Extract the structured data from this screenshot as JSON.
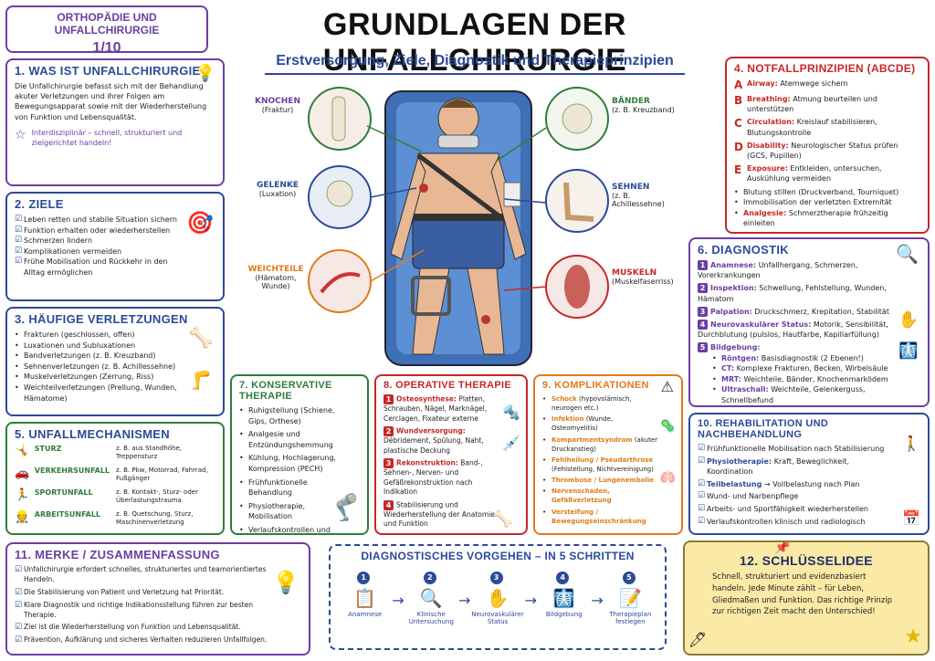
{
  "header": {
    "badge_title": "ORTHOPÄDIE UND UNFALLCHIRURGIE",
    "badge_page": "1/10",
    "title": "GRUNDLAGEN DER UNFALLCHIRURGIE",
    "subtitle": "Erstversorgung, Ziele, Diagnostik und Therapieprinzipien"
  },
  "colors": {
    "purple": "#6b3fa0",
    "blue": "#2c4a9a",
    "green": "#2f7d3a",
    "red": "#c62828",
    "orange": "#e07b1a",
    "yellow": "#fbe9a6"
  },
  "s1": {
    "title": "1. WAS IST UNFALLCHIRURGIE?",
    "text": "Die Unfallchirurgie befasst sich mit der Behandlung akuter Verletzungen und ihrer Folgen am Bewegungsapparat sowie mit der Wiederherstellung von Funktion und Lebensqualität.",
    "star": "Interdisziplinär – schnell, strukturiert und zielgerichtet handeln!"
  },
  "s2": {
    "title": "2. ZIELE",
    "items": [
      "Leben retten und stabile Situation sichern",
      "Funktion erhalten oder wiederherstellen",
      "Schmerzen lindern",
      "Komplikationen vermeiden",
      "Frühe Mobilisation und Rückkehr in den Alltag ermöglichen"
    ]
  },
  "s3": {
    "title": "3. HÄUFIGE VERLETZUNGEN",
    "items": [
      "Frakturen (geschlossen, offen)",
      "Luxationen und Subluxationen",
      "Bandverletzungen (z. B. Kreuzband)",
      "Sehnenverletzungen (z. B. Achillessehne)",
      "Muskelverletzungen (Zerrung, Riss)",
      "Weichteilverletzungen (Prellung, Wunden, Hämatome)"
    ]
  },
  "s5": {
    "title": "5. UNFALLMECHANISMEN",
    "rows": [
      {
        "name": "STURZ",
        "desc": "z. B. aus Standhöhe, Treppensturz"
      },
      {
        "name": "VERKEHRSUNFALL",
        "desc": "z. B. Pkw, Motorrad, Fahrrad, Fußgänger"
      },
      {
        "name": "SPORTUNFALL",
        "desc": "z. B. Kontakt-, Sturz- oder Überlastungstrauma"
      },
      {
        "name": "ARBEITSUNFALL",
        "desc": "z. B. Quetschung, Sturz, Maschinenverletzung"
      }
    ]
  },
  "center": {
    "left_labels": [
      {
        "title": "KNOCHEN",
        "sub": "(Fraktur)"
      },
      {
        "title": "GELENKE",
        "sub": "(Luxation)"
      },
      {
        "title": "WEICHTEILE",
        "sub": "(Hämatom, Wunde)"
      }
    ],
    "right_labels": [
      {
        "title": "BÄNDER",
        "sub": "(z. B. Kreuzband)"
      },
      {
        "title": "SEHNEN",
        "sub": "(z. B. Achillessehne)"
      },
      {
        "title": "MUSKELN",
        "sub": "(Muskelfaserriss)"
      }
    ]
  },
  "s4": {
    "title": "4. NOTFALLPRINZIPIEN (ABCDE)",
    "abcde": [
      {
        "letter": "A",
        "term": "Airway:",
        "desc": "Atemwege sichern"
      },
      {
        "letter": "B",
        "term": "Breathing:",
        "desc": "Atmung beurteilen und unterstützen"
      },
      {
        "letter": "C",
        "term": "Circulation:",
        "desc": "Kreislauf stabilisieren, Blutungskontrolle"
      },
      {
        "letter": "D",
        "term": "Disability:",
        "desc": "Neurologischer Status prüfen (GCS, Pupillen)"
      },
      {
        "letter": "E",
        "term": "Exposure:",
        "desc": "Entkleiden, untersuchen, Auskühlung vermeiden"
      }
    ],
    "extras": [
      {
        "term": "",
        "desc": "Blutung stillen (Druckverband, Tourniquet)"
      },
      {
        "term": "",
        "desc": "Immobilisation der verletzten Extremität"
      },
      {
        "term": "Analgesie:",
        "desc": "Schmerztherapie frühzeitig einleiten"
      }
    ]
  },
  "s6": {
    "title": "6. DIAGNOSTIK",
    "items": [
      {
        "n": "1",
        "term": "Anamnese:",
        "desc": "Unfallhergang, Schmerzen, Vorerkrankungen"
      },
      {
        "n": "2",
        "term": "Inspektion:",
        "desc": "Schwellung, Fehlstellung, Wunden, Hämatom"
      },
      {
        "n": "3",
        "term": "Palpation:",
        "desc": "Druckschmerz, Krepitation, Stabilität"
      },
      {
        "n": "4",
        "term": "Neurovaskulärer Status:",
        "desc": "Motorik, Sensibilität, Durchblutung (pulslos, Hautfarbe, Kapillarfüllung)"
      },
      {
        "n": "5",
        "term": "Bildgebung:",
        "desc": ""
      }
    ],
    "imaging": [
      {
        "term": "Röntgen:",
        "desc": "Basisdiagnostik (2 Ebenen!)"
      },
      {
        "term": "CT:",
        "desc": "Komplexe Frakturen, Becken, Wirbelsäule"
      },
      {
        "term": "MRT:",
        "desc": "Weichteile, Bänder, Knochenmarködem"
      },
      {
        "term": "Ultraschall:",
        "desc": "Weichteile, Gelenkerguss, Schnellbefund"
      }
    ]
  },
  "s7": {
    "title": "7. KONSERVATIVE THERAPIE",
    "items": [
      "Ruhigstellung (Schiene, Gips, Orthese)",
      "Analgesie und Entzündungshemmung",
      "Kühlung, Hochlagerung, Kompression (PECH)",
      "Frühfunktionelle Behandlung",
      "Physiotherapie, Mobilisation",
      "Verlaufskontrollen und Bildgebung"
    ]
  },
  "s8": {
    "title": "8. OPERATIVE THERAPIE",
    "items": [
      {
        "n": "1",
        "term": "Osteosynthese:",
        "desc": "Platten, Schrauben, Nägel, Marknägel, Cerclagen, Fixateur externe"
      },
      {
        "n": "2",
        "term": "Wundversorgung:",
        "desc": "Débridement, Spülung, Naht, plastische Deckung"
      },
      {
        "n": "3",
        "term": "Rekonstruktion:",
        "desc": "Band-, Sehnen-, Nerven- und Gefäßrekonstruktion nach Indikation"
      },
      {
        "n": "4",
        "term": "",
        "desc": "Stabilisierung und Wiederherstellung der Anatomie und Funktion"
      }
    ]
  },
  "s9": {
    "title": "9. KOMPLIKATIONEN",
    "items": [
      {
        "term": "Schock",
        "desc": "(hypovolämisch, neurogen etc.)"
      },
      {
        "term": "Infektion",
        "desc": "(Wunde, Osteomyelitis)"
      },
      {
        "term": "Kompartmentsyndrom",
        "desc": "(akuter Druckanstieg)"
      },
      {
        "term": "Fehlheilung / Pseudarthrose",
        "desc": "(Fehlstellung, Nichtvereinigung)"
      },
      {
        "term": "Thrombose / Lungenembolie",
        "desc": ""
      },
      {
        "term": "Nervenschaden, Gefäßverletzung",
        "desc": ""
      },
      {
        "term": "Versteifung / Bewegungseinschränkung",
        "desc": ""
      }
    ]
  },
  "s10": {
    "title": "10. REHABILITATION UND NACHBEHANDLUNG",
    "items": [
      {
        "term": "Frühfunktionelle Mobilisation nach Stabilisierung",
        "desc": ""
      },
      {
        "term": "Physiotherapie:",
        "desc": "Kraft, Beweglichkeit, Koordination"
      },
      {
        "term": "Teilbelastung",
        "desc": "→ Vollbelastung nach Plan"
      },
      {
        "term": "Wund- und Narbenpflege",
        "desc": ""
      },
      {
        "term": "Arbeits- und Sportfähigkeit wiederherstellen",
        "desc": ""
      },
      {
        "term": "Verlaufskontrollen klinisch und radiologisch",
        "desc": ""
      }
    ]
  },
  "s11": {
    "title": "11. MERKE / ZUSAMMENFASSUNG",
    "items": [
      "Unfallchirurgie erfordert schnelles, strukturiertes und teamorientiertes Handeln.",
      "Die Stabilisierung von Patient und Verletzung hat Priorität.",
      "Klare Diagnostik und richtige Indikationsstellung führen zur besten Therapie.",
      "Ziel ist die Wiederherstellung von Funktion und Lebensqualität.",
      "Prävention, Aufklärung und sicheres Verhalten reduzieren Unfallfolgen."
    ]
  },
  "steps": {
    "title": "DIAGNOSTISCHES VORGEHEN – IN 5 SCHRITTEN",
    "items": [
      {
        "n": "1",
        "label": "Anamnese"
      },
      {
        "n": "2",
        "label": "Klinische Untersuchung"
      },
      {
        "n": "3",
        "label": "Neurovaskulärer Status"
      },
      {
        "n": "4",
        "label": "Bildgebung"
      },
      {
        "n": "5",
        "label": "Therapieplan festlegen"
      }
    ]
  },
  "s12": {
    "title": "12. SCHLÜSSELIDEE",
    "text": "Schnell, strukturiert und evidenzbasiert handeln. Jede Minute zählt – für Leben, Gliedmaßen und Funktion. Das richtige Prinzip zur richtigen Zeit macht den Unterschied!"
  }
}
